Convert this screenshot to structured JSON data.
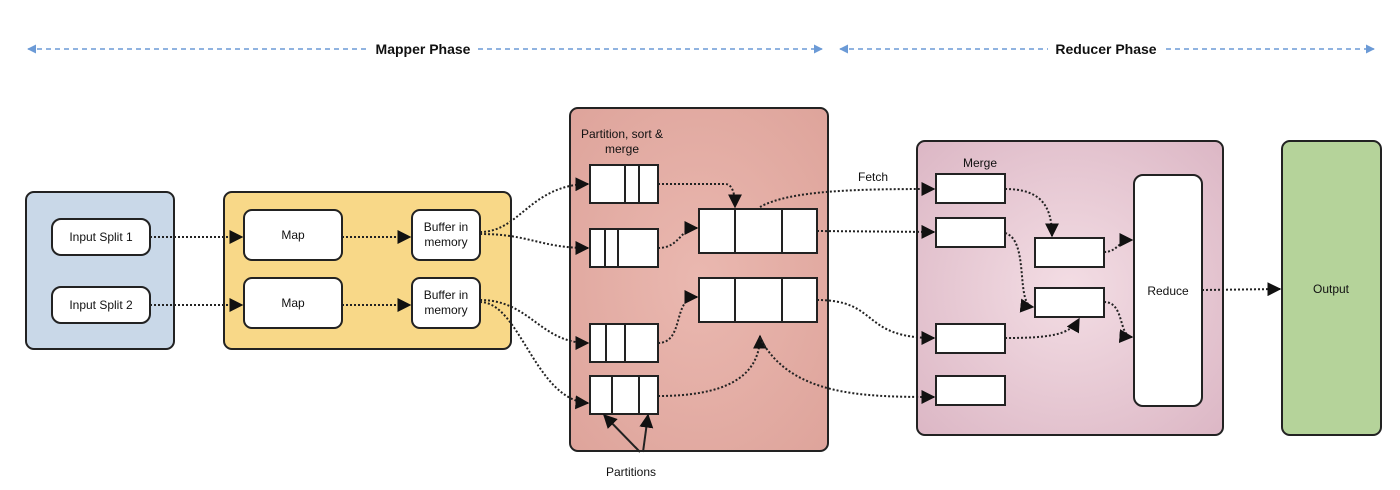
{
  "phases": {
    "mapper": "Mapper Phase",
    "reducer": "Reducer Phase"
  },
  "input": {
    "split1": "Input Split 1",
    "split2": "Input Split 2"
  },
  "mapper": {
    "map1": "Map",
    "map2": "Map",
    "buffer1": [
      "Buffer in",
      "memory"
    ],
    "buffer2": [
      "Buffer in",
      "memory"
    ]
  },
  "partition": {
    "title": [
      "Partition, sort &",
      "merge"
    ],
    "partitions_label": "Partitions"
  },
  "fetch_label": "Fetch",
  "reducer": {
    "merge_label": "Merge",
    "reduce_label": "Reduce"
  },
  "output_label": "Output",
  "colors": {
    "input_bg": "#c9d8e8",
    "mapper_bg": "#f8d888",
    "partition_bg": "#e8b0a8",
    "reducer_bg": "#e8c8d4",
    "output_bg": "#b5d39a",
    "phase_arrow": "#6b9ad6"
  }
}
